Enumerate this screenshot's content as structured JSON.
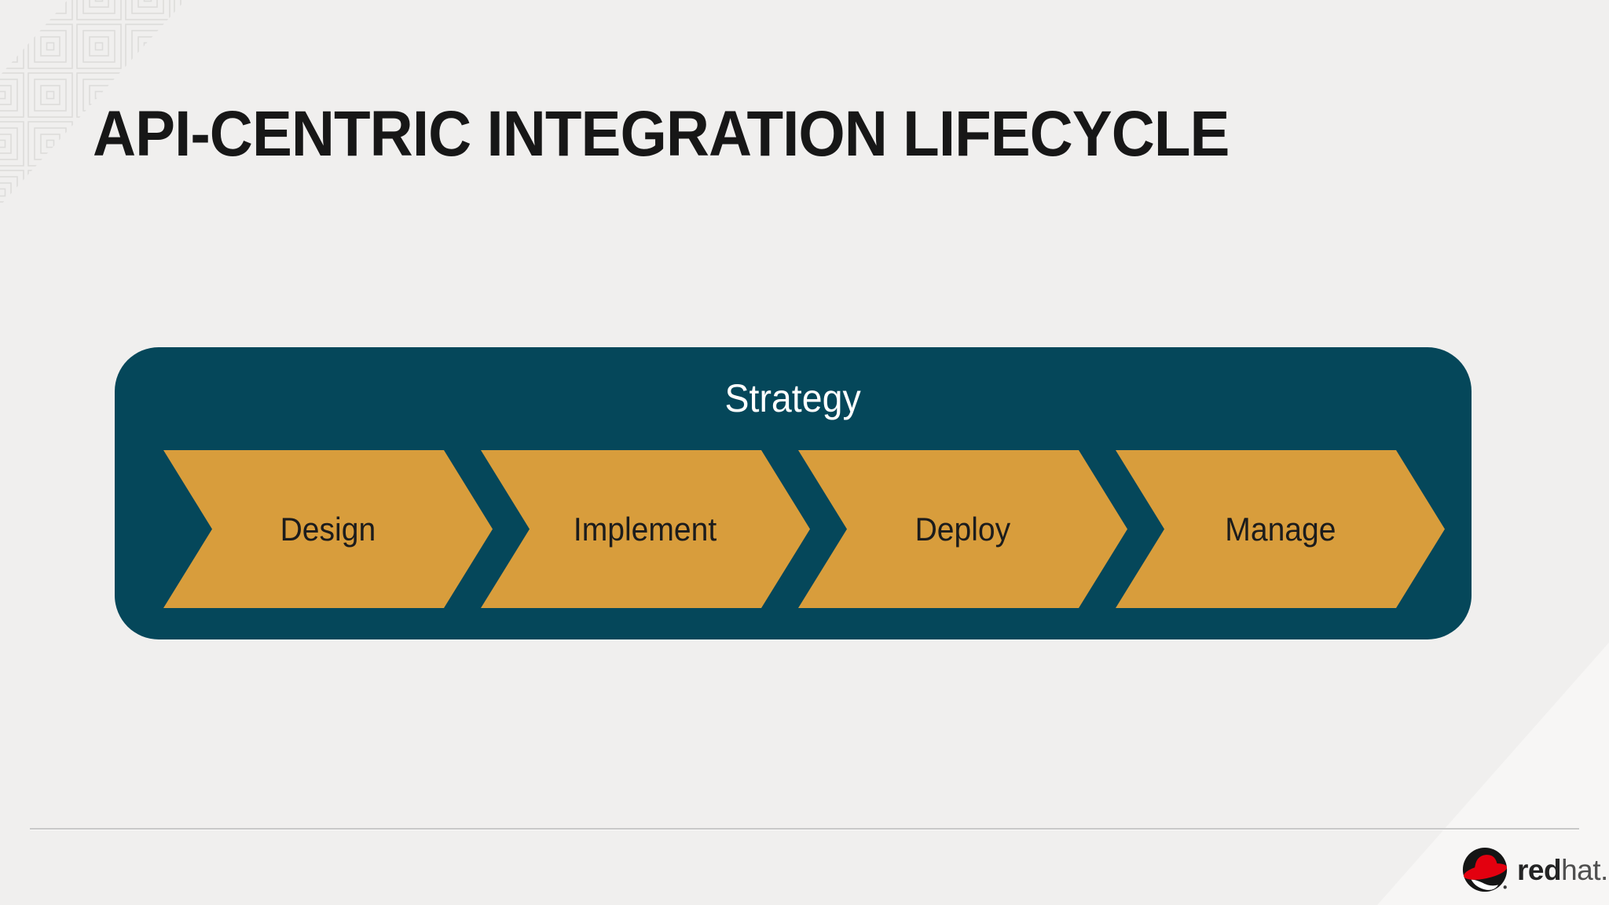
{
  "slide": {
    "title": "API-CENTRIC INTEGRATION LIFECYCLE",
    "strategy_label": "Strategy",
    "stages": [
      {
        "label": "Design"
      },
      {
        "label": "Implement"
      },
      {
        "label": "Deploy"
      },
      {
        "label": "Manage"
      }
    ],
    "logo": {
      "brand_bold": "red",
      "brand_light": "hat."
    },
    "colors": {
      "background": "#F0EFEE",
      "teal": "#05475A",
      "gold": "#D89D3C",
      "title": "#171717",
      "stage_text": "#1C1C1C",
      "strategy_text": "#FFFFFF",
      "divider": "#C8C8C8",
      "logo_red": "#E3000F",
      "pattern_line": "#DDDCDB"
    }
  }
}
